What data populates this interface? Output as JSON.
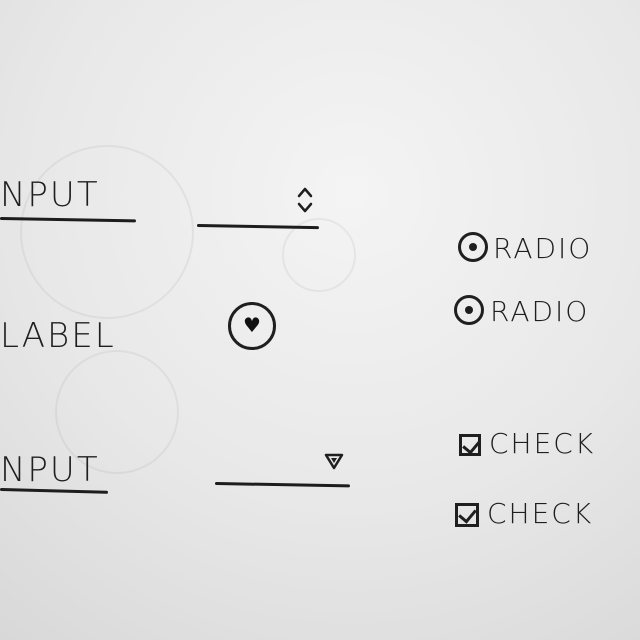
{
  "sketch": {
    "input_top": {
      "label": "NPUT"
    },
    "label_mid": {
      "label": "LABEL"
    },
    "input_bottom": {
      "label": "NPUT"
    },
    "radio_items": [
      {
        "label": "RADIO"
      },
      {
        "label": "RADIO"
      }
    ],
    "check_items": [
      {
        "label": "CHECK"
      },
      {
        "label": "CHECK"
      }
    ]
  },
  "icons": {
    "stepper": "stepper-icon",
    "heart": "heart-icon",
    "dropdown": "dropdown-icon"
  }
}
